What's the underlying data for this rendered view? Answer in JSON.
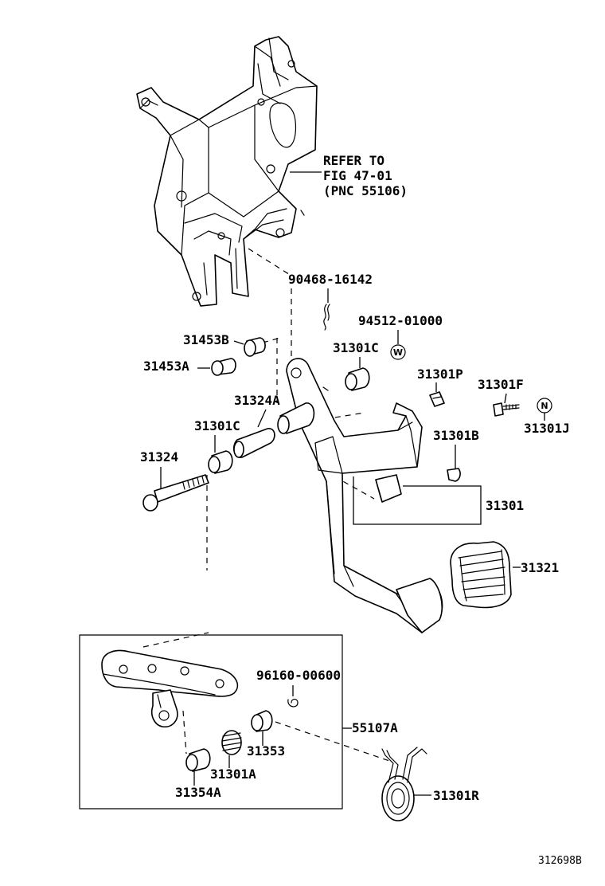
{
  "labels": {
    "refer_line1": "REFER TO",
    "refer_line2": "FIG 47-01",
    "refer_line3": "(PNC 55106)",
    "p90468_16142": "90468-16142",
    "p94512_01000": "94512-01000",
    "p31453B": "31453B",
    "p31453A": "31453A",
    "p31301C_top": "31301C",
    "p31301P": "31301P",
    "p31301F": "31301F",
    "p31301J": "31301J",
    "p31324A": "31324A",
    "p31301C_left": "31301C",
    "p31301B": "31301B",
    "p31324": "31324",
    "p31301": "31301",
    "p31321": "31321",
    "p96160_00600": "96160-00600",
    "p55107A": "55107A",
    "p31353": "31353",
    "p31301A": "31301A",
    "p31354A": "31354A",
    "p31301R": "31301R",
    "figure_code": "312698B"
  },
  "markers": {
    "w": "W",
    "n": "N"
  }
}
